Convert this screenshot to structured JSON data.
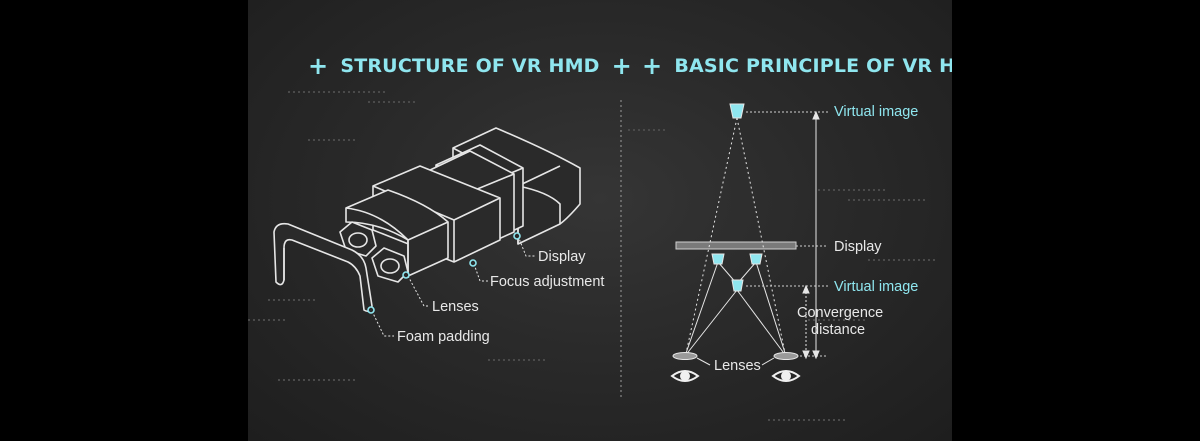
{
  "left_panel": {
    "title": "STRUCTURE OF VR HMD",
    "labels": {
      "display": "Display",
      "focus_adjustment": "Focus adjustment",
      "lenses": "Lenses",
      "foam_padding": "Foam padding"
    }
  },
  "right_panel": {
    "title": "BASIC PRINCIPLE OF VR HMD",
    "labels": {
      "virtual_image_top": "Virtual image",
      "display": "Display",
      "virtual_image_mid": "Virtual image",
      "convergence_line1": "Convergence",
      "convergence_line2": "distance",
      "lenses": "Lenses"
    }
  },
  "colors": {
    "accent": "#8fe6ef",
    "line": "#e6e6e6",
    "background": "#2a2a2a"
  },
  "icons": [
    "plus-icon",
    "eye-icon",
    "cup-icon",
    "lens-icon"
  ]
}
